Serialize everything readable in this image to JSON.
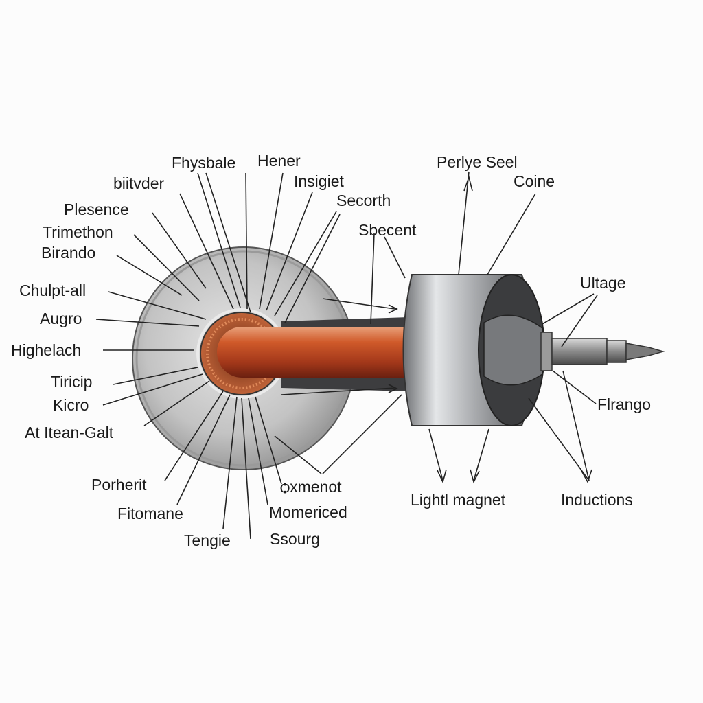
{
  "labels": {
    "fhysbale": "Fhysbale",
    "hener": "Hener",
    "biitvder": "biitvder",
    "insigiet": "Insigiet",
    "secorth": "Secorth",
    "plesence": "Plesence",
    "trimethon": "Trimethon",
    "birando": "Birando",
    "sbecent": "Sbecent",
    "perlye_seel": "Perlye Seel",
    "coine": "Coine",
    "chulpt_all": "Chulpt-all",
    "augro": "Augro",
    "highelach": "Highelach",
    "tiricip": "Tiricip",
    "kicro": "Kicro",
    "at_itean_galt": "At Itean-Galt",
    "ultage": "Ultage",
    "flrango": "Flrango",
    "porherit": "Porherit",
    "fitomane": "Fitomane",
    "tengie": "Tengie",
    "oxmenot": "ѻxmenot",
    "momericed": "Momericed",
    "ssourg": "Ssourg",
    "light_magnet": "Lightl magnet",
    "inductions": "Inductions"
  },
  "colors": {
    "disc": "#b9b9b9",
    "copper": "#c4552a",
    "steel": "#8c8e90"
  }
}
